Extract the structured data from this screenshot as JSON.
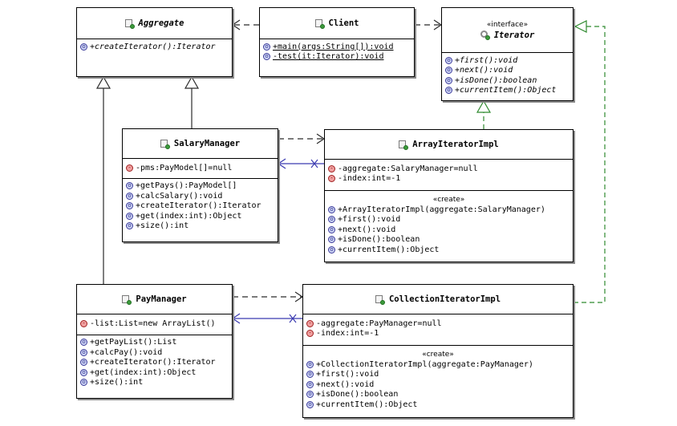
{
  "classes": {
    "aggregate": {
      "name": "Aggregate",
      "operations": [
        "+createIterator():Iterator"
      ]
    },
    "client": {
      "name": "Client",
      "operations": [
        "+main(args:String[]):void",
        "-test(it:Iterator):void"
      ]
    },
    "iterator": {
      "stereotype": "«interface»",
      "name": "Iterator",
      "operations": [
        "+first():void",
        "+next():void",
        "+isDone():boolean",
        "+currentItem():Object"
      ]
    },
    "salary_manager": {
      "name": "SalaryManager",
      "attributes": [
        "-pms:PayModel[]=null"
      ],
      "operations": [
        "+getPays():PayModel[]",
        "+calcSalary():void",
        "+createIterator():Iterator",
        "+get(index:int):Object",
        "+size():int"
      ]
    },
    "array_iterator_impl": {
      "name": "ArrayIteratorImpl",
      "attributes": [
        "-aggregate:SalaryManager=null",
        "-index:int=-1"
      ],
      "create_label": "«create»",
      "operations": [
        "+ArrayIteratorImpl(aggregate:SalaryManager)",
        "+first():void",
        "+next():void",
        "+isDone():boolean",
        "+currentItem():Object"
      ]
    },
    "pay_manager": {
      "name": "PayManager",
      "attributes": [
        "-list:List=new ArrayList()"
      ],
      "operations": [
        "+getPayList():List",
        "+calcPay():void",
        "+createIterator():Iterator",
        "+get(index:int):Object",
        "+size():int"
      ]
    },
    "collection_iterator_impl": {
      "name": "CollectionIteratorImpl",
      "attributes": [
        "-aggregate:PayManager=null",
        "-index:int=-1"
      ],
      "create_label": "«create»",
      "operations": [
        "+CollectionIteratorImpl(aggregate:PayManager)",
        "+first():void",
        "+next():void",
        "+isDone():boolean",
        "+currentItem():Object"
      ]
    }
  },
  "colors": {
    "line": "#2b2b2b",
    "association": "#3a3ab0",
    "realization": "#2f8a2f",
    "shadow": "#8a8a8a"
  }
}
